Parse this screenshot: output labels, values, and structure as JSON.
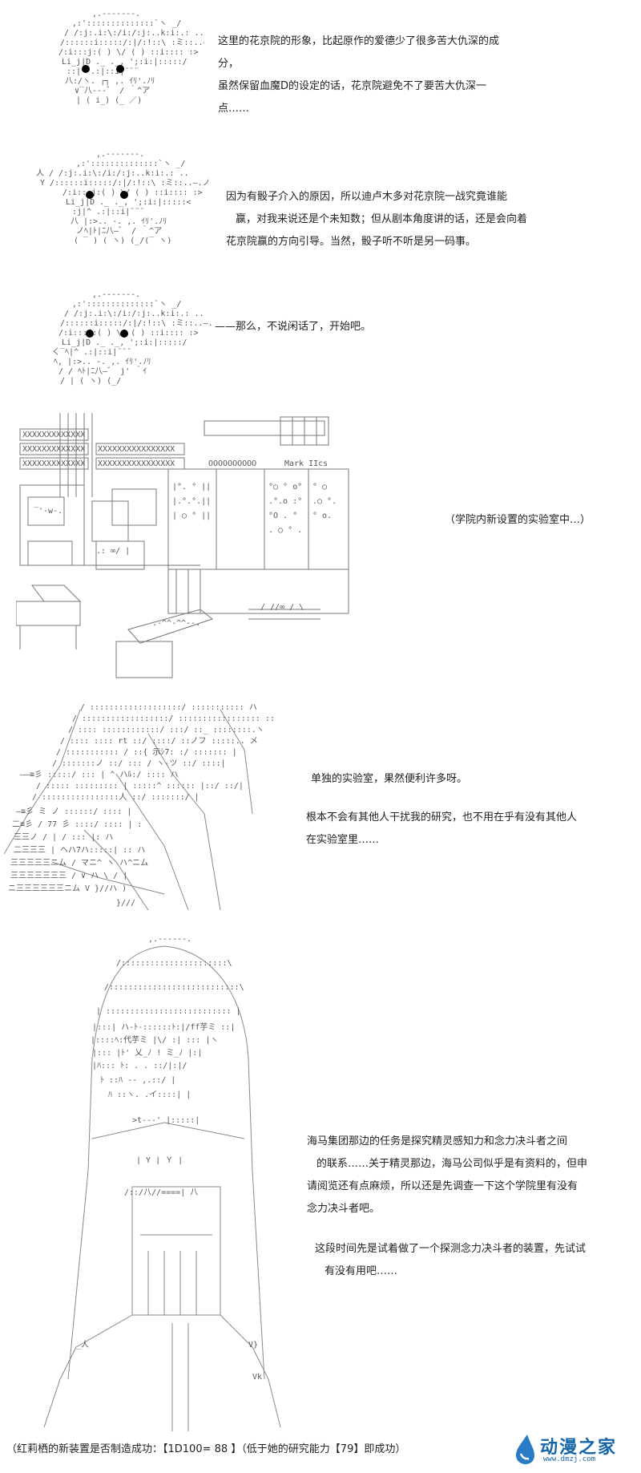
{
  "panels": [
    {
      "text_lines": [
        "这里的花京院的形象，比起原作的爱德少了很多苦大仇深的成分，",
        "虽然保留血魔D的设定的话，花京院避免不了要苦大仇深一点……"
      ]
    },
    {
      "text_lines": [
        "因为有骰子介入的原因，所以迪卢木多对花京院一战究竟谁能",
        "赢，对我来说还是个未知数；但从剧本角度讲的话，还是会向着",
        "花京院赢的方向引导。当然，骰子听不听是另一码事。"
      ]
    },
    {
      "text_lines": [
        "——那么，不说闲话了，开始吧。"
      ]
    },
    {
      "text_lines": [
        "（学院内新设置的实验室中…）"
      ],
      "sign_text": "Mark IIcs",
      "o_row": "OOOOOOOOOO"
    },
    {
      "text_lines": [
        "单独的实验室，果然便利许多呀。",
        "根本不会有其他人干扰我的研究，也不用在乎有没有其他人",
        "在实验室里……"
      ]
    },
    {
      "text_lines": [
        "海马集团那边的任务是探究精灵感知力和念力决斗者之间",
        "的联系……关于精灵那边，海马公司似乎是有资料的，但申",
        "请阅览还有点麻烦，所以还是先调查一下这个学院里有没有",
        "念力决斗者吧。",
        "这段时间先是试着做了一个探测念力决斗者的装置，先试试",
        "有没有用吧……"
      ]
    }
  ],
  "caption": "（红莉栖的新装置是否制造成功：【1D100= 88 】（低于她的研究能力【79】即成功）",
  "watermark": {
    "name": "动漫之家",
    "url": "www.dmzj.com",
    "color": "#1565a8"
  }
}
